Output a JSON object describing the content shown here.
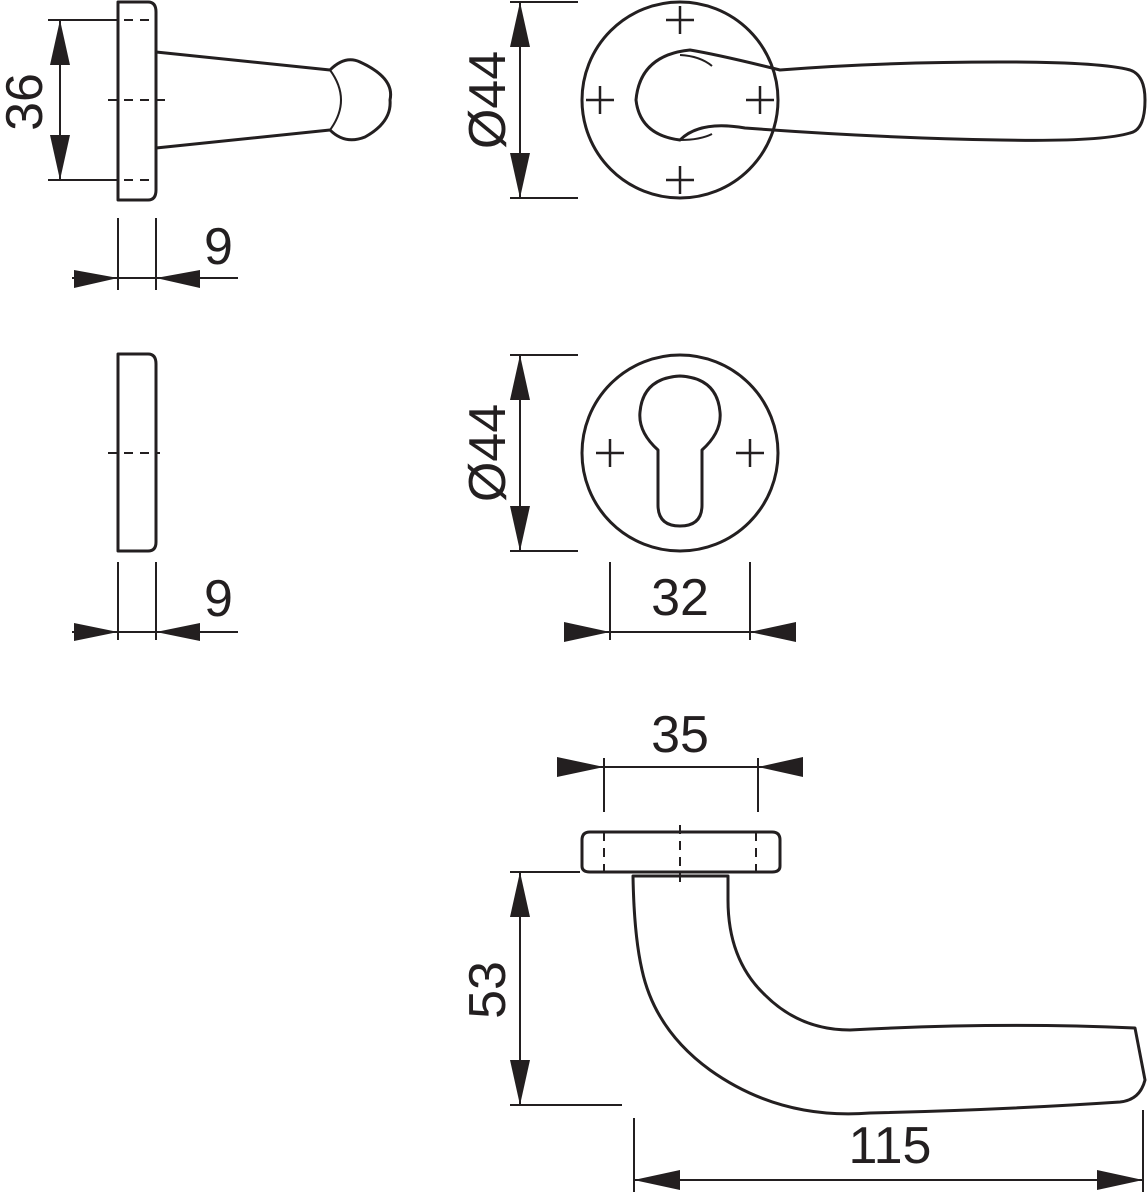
{
  "dimensions": {
    "rose_height": "36",
    "rose_thickness_top": "9",
    "rose_diameter_top": "Ø44",
    "escutcheon_thickness": "9",
    "escutcheon_diameter": "Ø44",
    "cylinder_spacing": "32",
    "base_width": "35",
    "lever_height": "53",
    "lever_length": "115"
  }
}
